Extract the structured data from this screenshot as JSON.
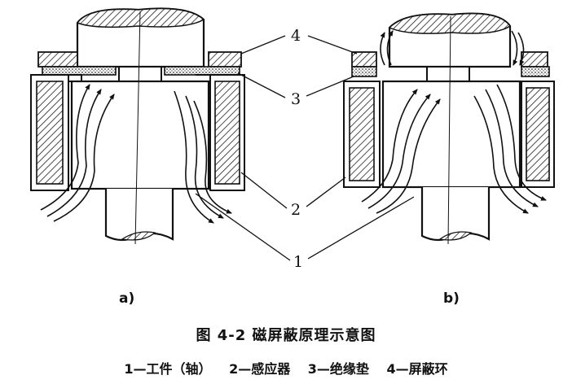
{
  "figure": {
    "title": "图 4-2   磁屏蔽原理示意图",
    "legend": [
      "1—工件（轴）",
      "2—感应器",
      "3—绝缘垫",
      "4—屏蔽环"
    ],
    "panels": [
      {
        "id": "a",
        "label": "a)"
      },
      {
        "id": "b",
        "label": "b)"
      }
    ],
    "callouts": [
      "4",
      "3",
      "2",
      "1"
    ]
  }
}
